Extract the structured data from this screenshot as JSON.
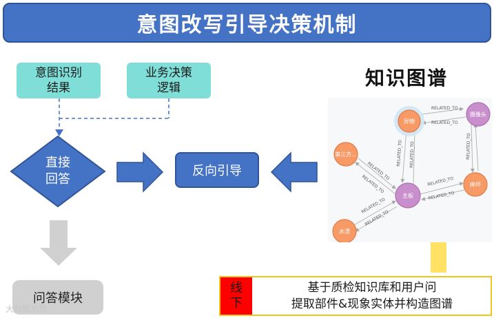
{
  "title": "意图改写引导决策机制",
  "boxes": {
    "intent_result": [
      "意图识别",
      "结果"
    ],
    "business_logic": [
      "业务决策",
      "逻辑"
    ],
    "direct_answer": [
      "直接",
      "回答"
    ],
    "reverse_guide": "反向引导",
    "qa_module": "问答模块"
  },
  "knowledge_graph": {
    "title": "知识图谱",
    "nodes": [
      {
        "id": "yiwu",
        "label": "异物",
        "color": "#f79a66"
      },
      {
        "id": "camera",
        "label": "摄像头",
        "color": "#c98fcc"
      },
      {
        "id": "third",
        "label": "第三方...",
        "color": "#f79a66"
      },
      {
        "id": "mainboard",
        "label": "主板",
        "color": "#c98fcc"
      },
      {
        "id": "damage",
        "label": "摔坏",
        "color": "#f79a66"
      },
      {
        "id": "water",
        "label": "水渍",
        "color": "#f79a66"
      }
    ],
    "edge_label": "RELATED_TO"
  },
  "offline": {
    "tag": [
      "线",
      "下"
    ],
    "lines": [
      "基于质检知识库和用户问",
      "提取部件&现象实体并构造图谱"
    ]
  },
  "watermark": "大数据风景"
}
